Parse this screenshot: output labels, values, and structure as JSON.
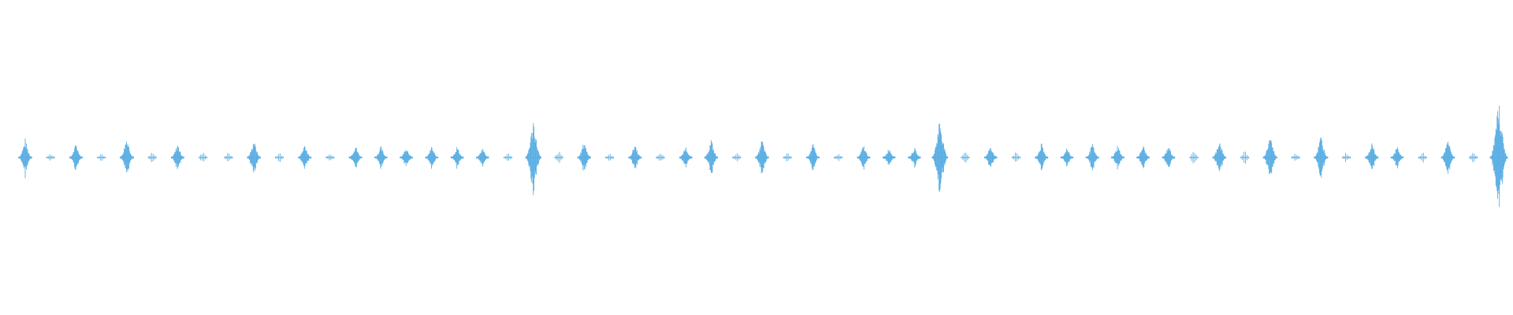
{
  "waveform": {
    "color": "#5aaee3",
    "background": "#ffffff",
    "bursts": [
      {
        "loudness": 0.26,
        "kind": "burst"
      },
      {
        "loudness": 0.06,
        "kind": "tick"
      },
      {
        "loudness": 0.2,
        "kind": "burst"
      },
      {
        "loudness": 0.06,
        "kind": "tick"
      },
      {
        "loudness": 0.3,
        "kind": "burst"
      },
      {
        "loudness": 0.08,
        "kind": "tick"
      },
      {
        "loudness": 0.2,
        "kind": "burst"
      },
      {
        "loudness": 0.1,
        "kind": "tick"
      },
      {
        "loudness": 0.08,
        "kind": "tick"
      },
      {
        "loudness": 0.26,
        "kind": "burst"
      },
      {
        "loudness": 0.08,
        "kind": "tick"
      },
      {
        "loudness": 0.2,
        "kind": "burst"
      },
      {
        "loudness": 0.06,
        "kind": "tick"
      },
      {
        "loudness": 0.18,
        "kind": "burst"
      },
      {
        "loudness": 0.16,
        "kind": "burst"
      },
      {
        "loudness": 0.16,
        "kind": "burst"
      },
      {
        "loudness": 0.16,
        "kind": "burst"
      },
      {
        "loudness": 0.16,
        "kind": "burst"
      },
      {
        "loudness": 0.14,
        "kind": "burst"
      },
      {
        "loudness": 0.08,
        "kind": "tick"
      },
      {
        "loudness": 0.55,
        "kind": "burst"
      },
      {
        "loudness": 0.1,
        "kind": "tick"
      },
      {
        "loudness": 0.24,
        "kind": "burst"
      },
      {
        "loudness": 0.06,
        "kind": "tick"
      },
      {
        "loudness": 0.2,
        "kind": "burst"
      },
      {
        "loudness": 0.08,
        "kind": "tick"
      },
      {
        "loudness": 0.16,
        "kind": "burst"
      },
      {
        "loudness": 0.26,
        "kind": "burst"
      },
      {
        "loudness": 0.08,
        "kind": "tick"
      },
      {
        "loudness": 0.26,
        "kind": "burst"
      },
      {
        "loudness": 0.08,
        "kind": "tick"
      },
      {
        "loudness": 0.2,
        "kind": "burst"
      },
      {
        "loudness": 0.06,
        "kind": "tick"
      },
      {
        "loudness": 0.18,
        "kind": "burst"
      },
      {
        "loudness": 0.14,
        "kind": "burst"
      },
      {
        "loudness": 0.14,
        "kind": "burst"
      },
      {
        "loudness": 0.58,
        "kind": "burst"
      },
      {
        "loudness": 0.12,
        "kind": "tick"
      },
      {
        "loudness": 0.18,
        "kind": "burst"
      },
      {
        "loudness": 0.1,
        "kind": "tick"
      },
      {
        "loudness": 0.2,
        "kind": "burst"
      },
      {
        "loudness": 0.14,
        "kind": "burst"
      },
      {
        "loudness": 0.2,
        "kind": "burst"
      },
      {
        "loudness": 0.18,
        "kind": "burst"
      },
      {
        "loudness": 0.18,
        "kind": "burst"
      },
      {
        "loudness": 0.18,
        "kind": "burst"
      },
      {
        "loudness": 0.12,
        "kind": "tick"
      },
      {
        "loudness": 0.26,
        "kind": "burst"
      },
      {
        "loudness": 0.1,
        "kind": "tick"
      },
      {
        "loudness": 0.34,
        "kind": "burst"
      },
      {
        "loudness": 0.08,
        "kind": "tick"
      },
      {
        "loudness": 0.32,
        "kind": "burst"
      },
      {
        "loudness": 0.08,
        "kind": "tick"
      },
      {
        "loudness": 0.22,
        "kind": "burst"
      },
      {
        "loudness": 0.16,
        "kind": "burst"
      },
      {
        "loudness": 0.08,
        "kind": "tick"
      },
      {
        "loudness": 0.26,
        "kind": "burst"
      },
      {
        "loudness": 0.08,
        "kind": "tick"
      },
      {
        "loudness": 0.8,
        "kind": "burst"
      }
    ]
  }
}
